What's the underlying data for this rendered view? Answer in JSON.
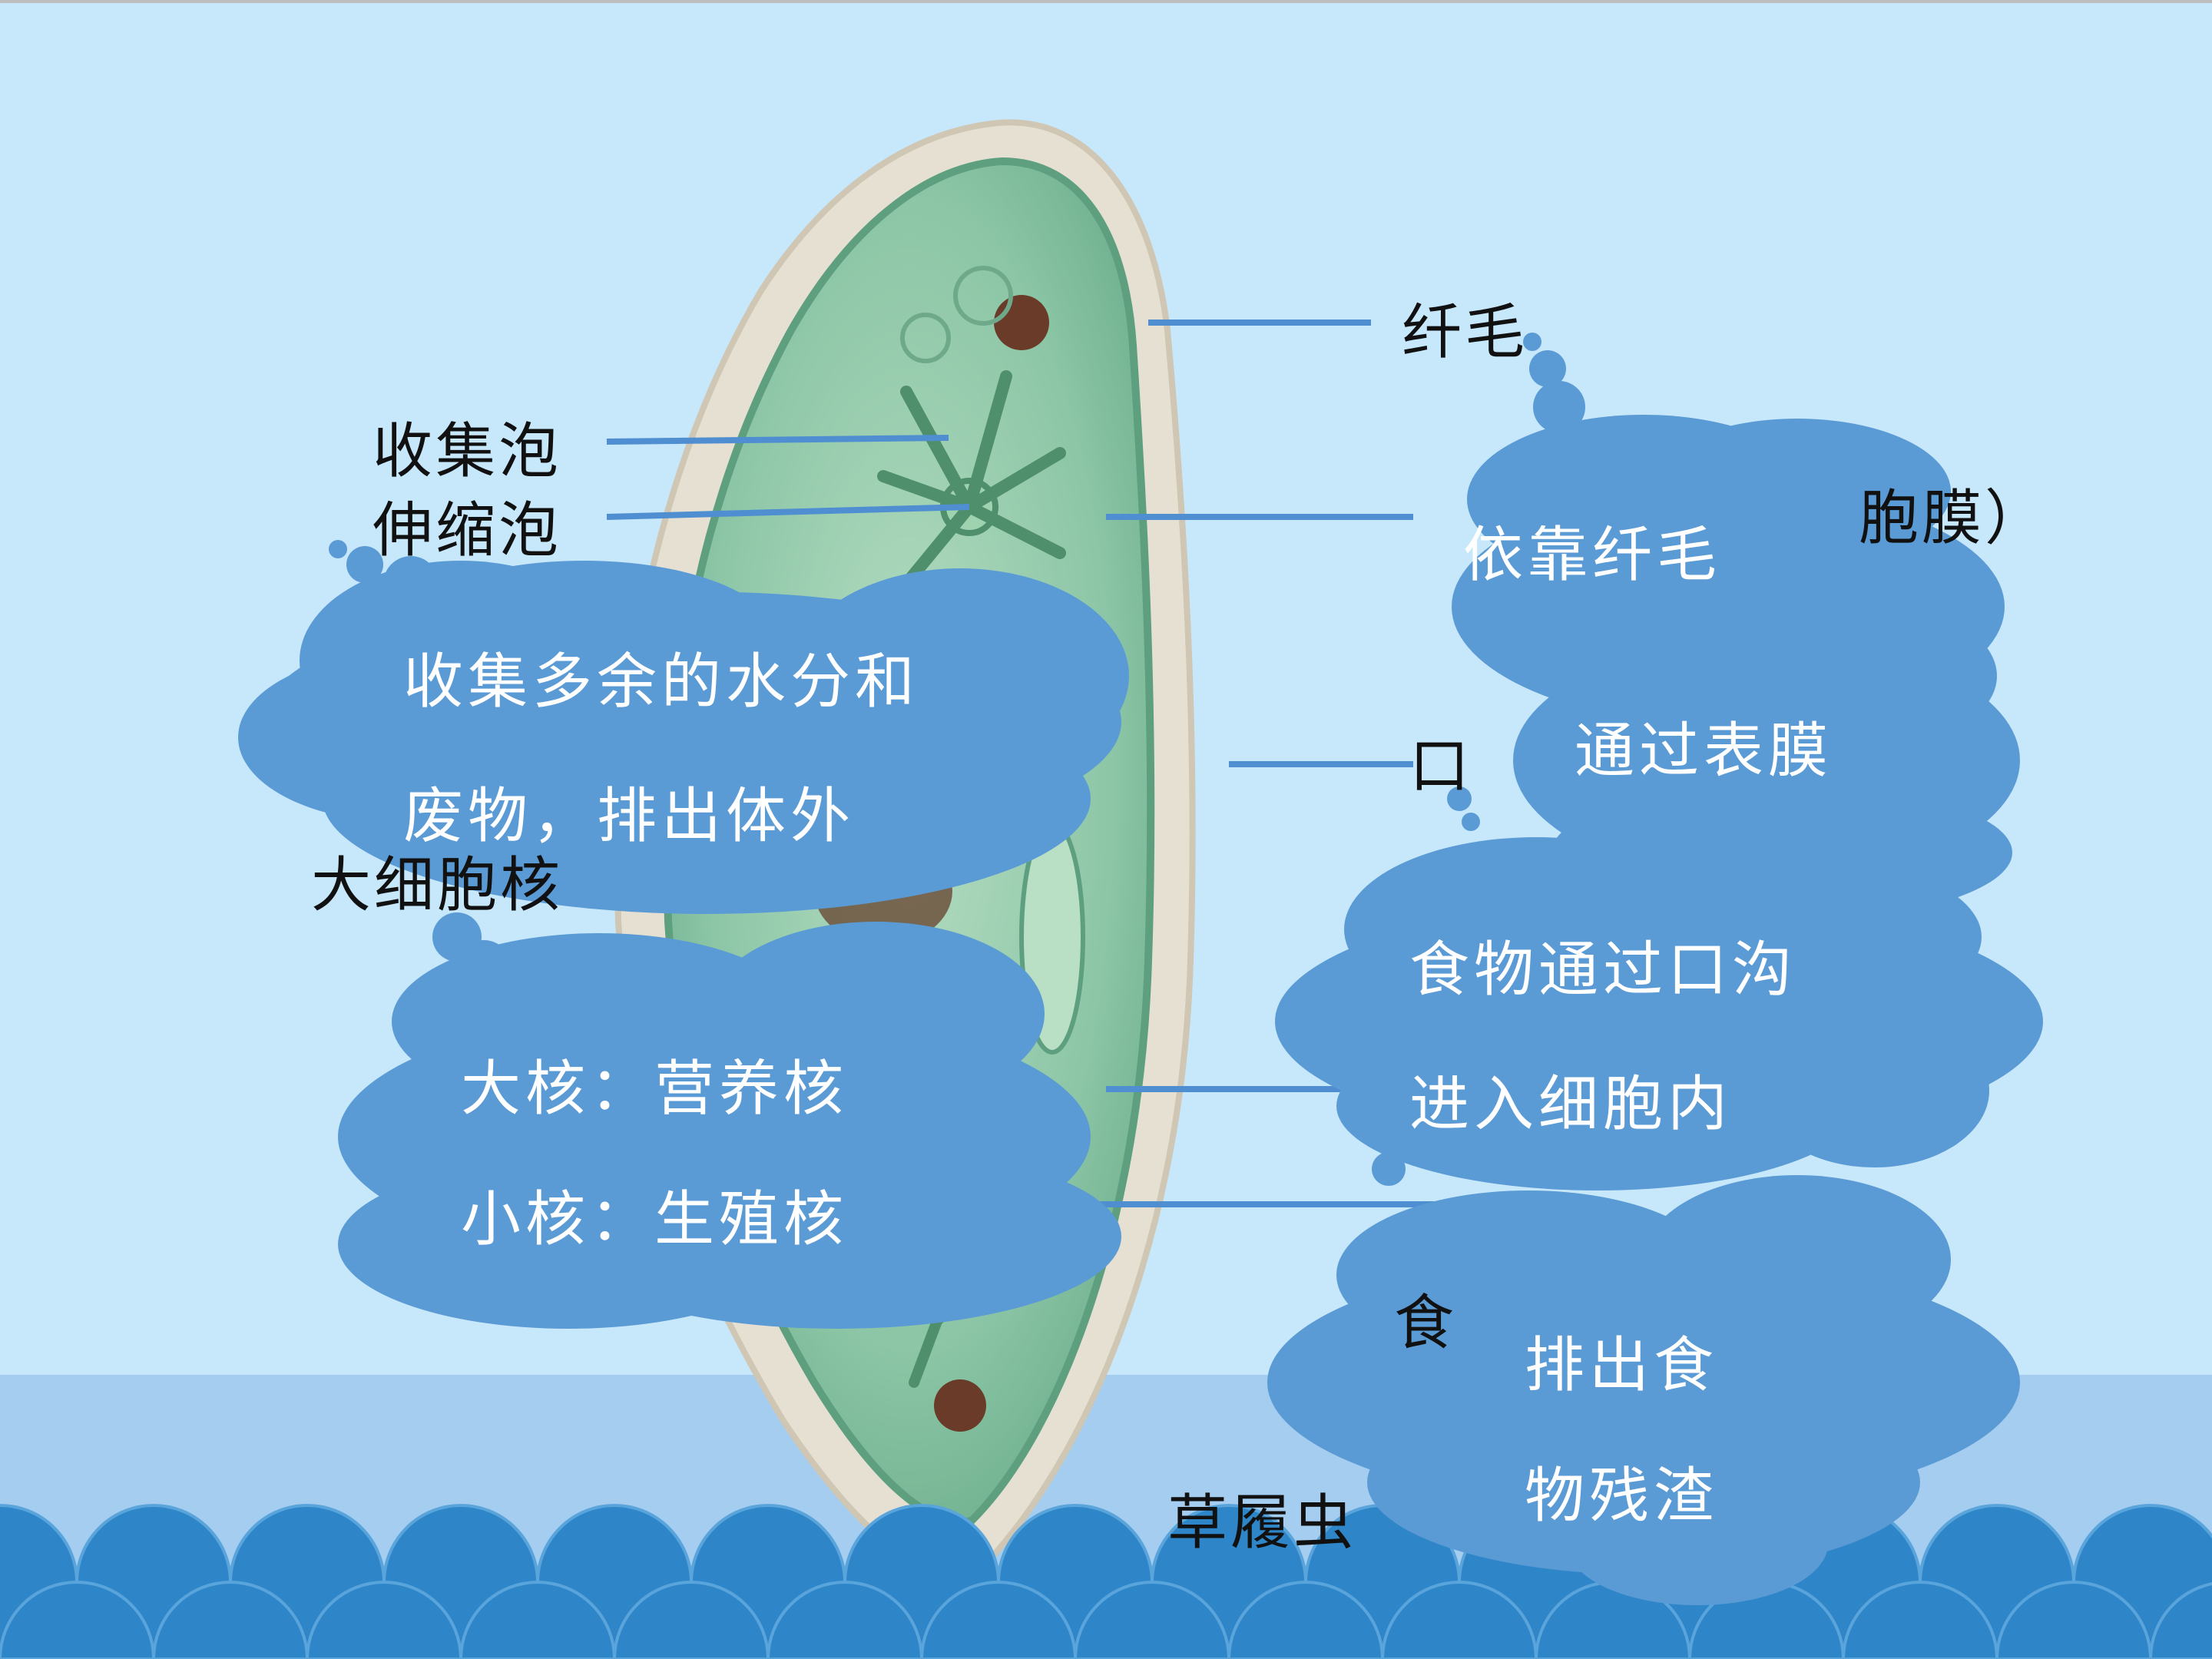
{
  "labels": {
    "cilia": "纤毛",
    "collecting": "收集泡",
    "contractile": "伸缩泡",
    "pellicle_tail": "胞膜）",
    "oral_partial": "口",
    "macronucleus_partial": "大细胞核",
    "food_partial": "食",
    "title_partial": "草履虫"
  },
  "clouds": {
    "collecting": {
      "line1": "收集多余的水分和",
      "line2": "废物，排出体外"
    },
    "nucleus": {
      "line1": "大核：营养核",
      "line2": "小核：生殖核"
    },
    "cilia": {
      "line1": "依靠纤毛"
    },
    "pellicle": {
      "line1": "通过表膜"
    },
    "oral": {
      "line1": "食物通过口沟",
      "line2": "进入细胞内"
    },
    "anal": {
      "line1": "排出食",
      "line2": "物残渣"
    }
  },
  "colors": {
    "background": "#c7e7fb",
    "cloud": "#5b9bd5",
    "water": "#a5cdf0",
    "waves": "#2e86c9",
    "leader_line": "#4f8fd1",
    "cell_body": "#8fc9a8",
    "cell_rim": "#e8e2d6"
  }
}
